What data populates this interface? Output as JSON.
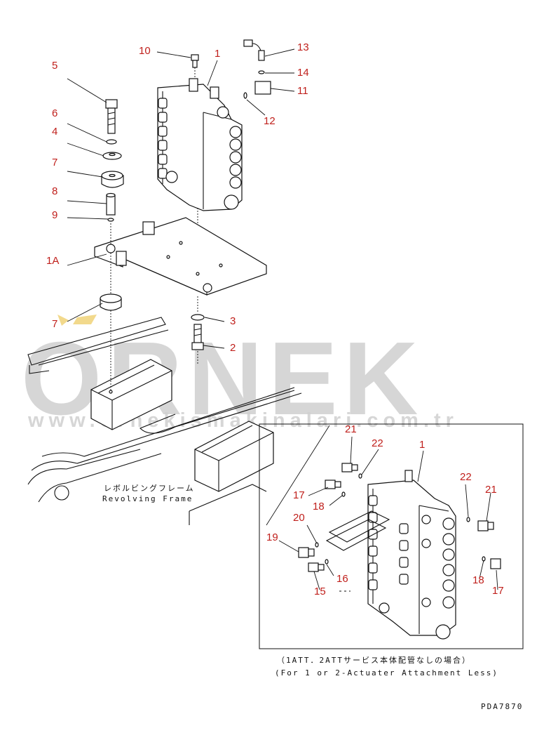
{
  "watermark": {
    "brand": "ORNEK",
    "url": "www.ornekismakinalari.com.tr"
  },
  "callouts": {
    "c10": "10",
    "c1_top": "1",
    "c13": "13",
    "c14": "14",
    "c11": "11",
    "c12": "12",
    "c5": "5",
    "c6": "6",
    "c4": "4",
    "c7_top": "7",
    "c8": "8",
    "c9": "9",
    "c1A": "1A",
    "c7_bottom": "7",
    "c3": "3",
    "c2": "2",
    "c21_left": "21",
    "c22_left": "22",
    "c1_inset": "1",
    "c22_right": "22",
    "c21_right": "21",
    "c17_left": "17",
    "c18_left": "18",
    "c20": "20",
    "c19": "19",
    "c16": "16",
    "c15": "15",
    "c18_right": "18",
    "c17_right": "17"
  },
  "frame_label": {
    "jp": "レボルビングフレーム",
    "en": "Revolving Frame"
  },
  "inset_caption": {
    "jp": "（1ATT．2ATTサービス本体配管なしの場合）",
    "en": "(For 1 or 2-Actuater Attachment Less)"
  },
  "drawing_code": "PDA7870",
  "colors": {
    "callout": "#c0201c",
    "line": "#111111",
    "watermark": "#c9c9c9",
    "accent_mark": "#f2d98c"
  }
}
